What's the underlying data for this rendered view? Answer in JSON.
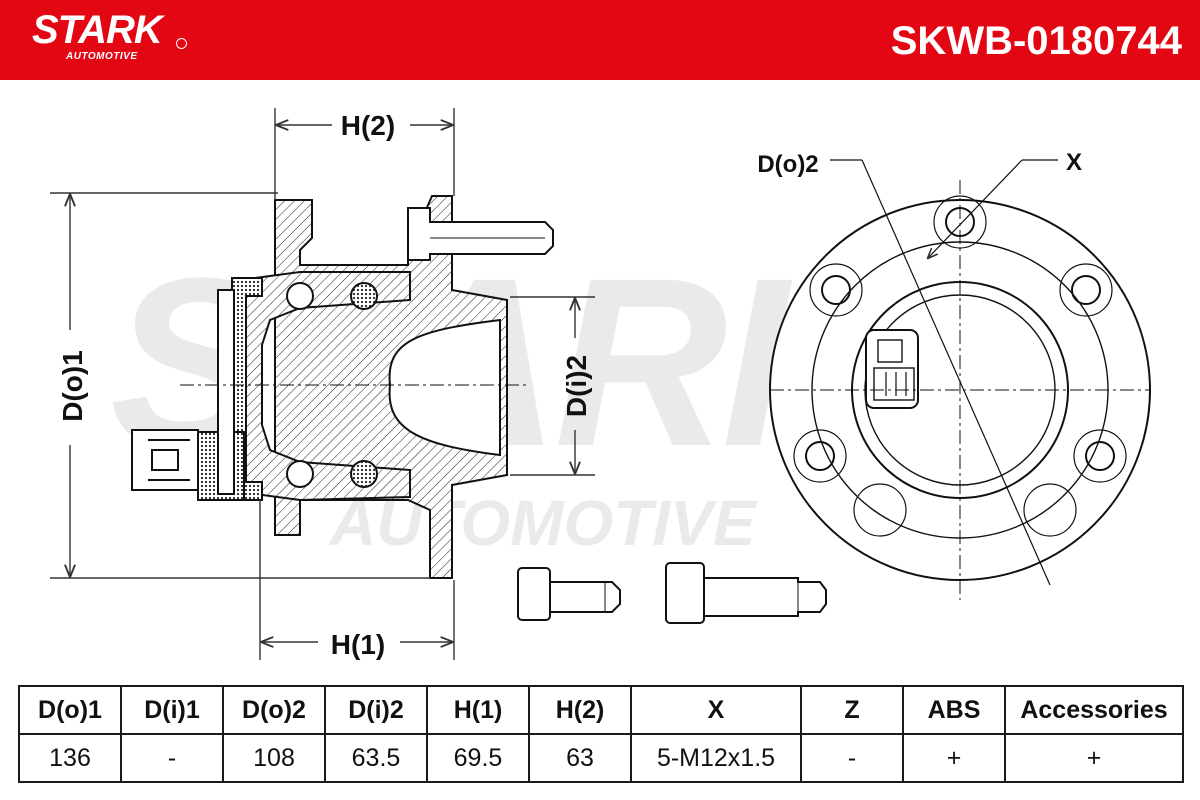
{
  "header": {
    "brand": "STARK",
    "brand_sub": "AUTOMOTIVE",
    "part_number": "SKWB-0180744",
    "background_color": "#e30613",
    "text_color": "#ffffff"
  },
  "drawing": {
    "labels": {
      "h2": "H(2)",
      "h1": "H(1)",
      "do1": "D(o)1",
      "di2": "D(i)2",
      "do2": "D(o)2",
      "x": "X"
    },
    "watermark_main": "STARK",
    "watermark_sub": "AUTOMOTIVE"
  },
  "specs": {
    "headers": [
      "D(o)1",
      "D(i)1",
      "D(o)2",
      "D(i)2",
      "H(1)",
      "H(2)",
      "X",
      "Z",
      "ABS",
      "Accessories"
    ],
    "values": [
      "136",
      "-",
      "108",
      "63.5",
      "69.5",
      "63",
      "5-M12x1.5",
      "-",
      "+",
      "+"
    ]
  }
}
